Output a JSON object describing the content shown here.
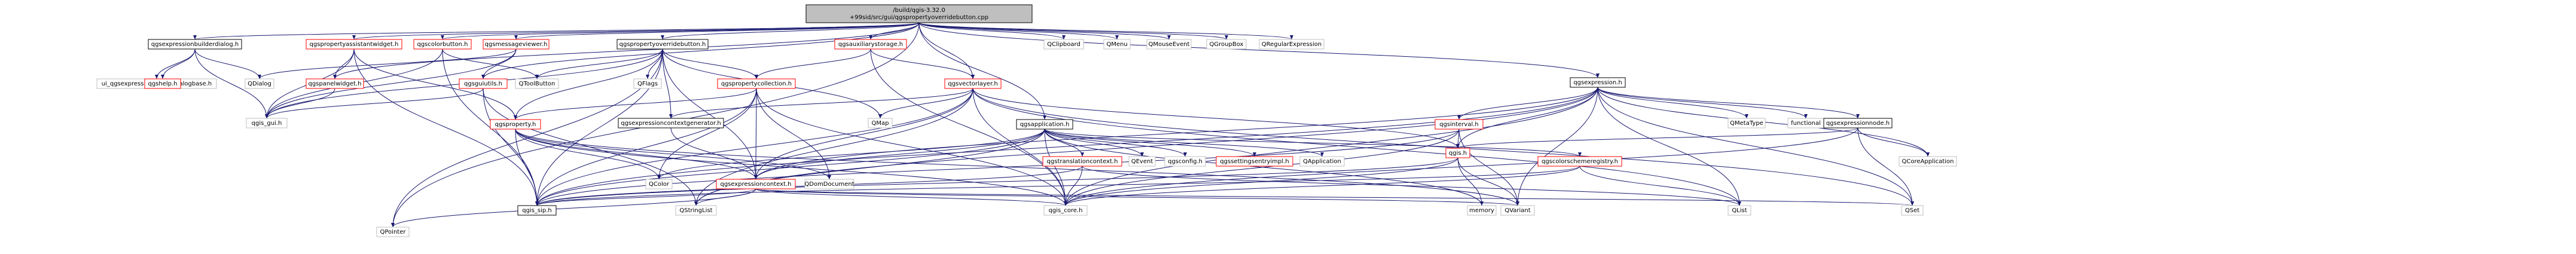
{
  "graph": {
    "root": "/build/qgis-3.32.0\n+99sid/src/gui/qgspropertyoverridebutton.cpp",
    "colors": {
      "edge": "#191970",
      "root_fill": "#bfbfbf",
      "node_fill": "#ffffff",
      "node_border": "#000000",
      "external_border": "#bfbfbf",
      "external_text": "#7f7f7f",
      "truncated_border": "#ff0000"
    },
    "nodes": [
      {
        "id": "root",
        "label": "/build/qgis-3.32.0\n+99sid/src/gui/qgspropertyoverridebutton.cpp",
        "kind": "root"
      },
      {
        "id": "qgsexpressionbuilderdialog_h",
        "label": "qgsexpressionbuilderdialog.h",
        "kind": "normal"
      },
      {
        "id": "qgspropertyassistantwidget_h",
        "label": "qgspropertyassistantwidget.h",
        "kind": "truncated"
      },
      {
        "id": "qgscolorbutton_h",
        "label": "qgscolorbutton.h",
        "kind": "truncated"
      },
      {
        "id": "qgsmessageviewer_h",
        "label": "qgsmessageviewer.h",
        "kind": "truncated"
      },
      {
        "id": "qgspropertyoverridebutton_h",
        "label": "qgspropertyoverridebutton.h",
        "kind": "normal"
      },
      {
        "id": "qgsauxiliarystorage_h",
        "label": "qgsauxiliarystorage.h",
        "kind": "truncated"
      },
      {
        "id": "QClipboard",
        "label": "QClipboard",
        "kind": "external"
      },
      {
        "id": "QMenu",
        "label": "QMenu",
        "kind": "external"
      },
      {
        "id": "QMouseEvent",
        "label": "QMouseEvent",
        "kind": "external"
      },
      {
        "id": "QGroupBox",
        "label": "QGroupBox",
        "kind": "external"
      },
      {
        "id": "QRegularExpression",
        "label": "QRegularExpression",
        "kind": "external"
      },
      {
        "id": "ui_qgsexpressionbuilderdialogbase_h",
        "label": "ui_qgsexpressionbuilderdialogbase.h",
        "kind": "external"
      },
      {
        "id": "qgshelp_h",
        "label": "qgshelp.h",
        "kind": "truncated"
      },
      {
        "id": "QDialog",
        "label": "QDialog",
        "kind": "external"
      },
      {
        "id": "qgspanelwidget_h",
        "label": "qgspanelwidget.h",
        "kind": "truncated"
      },
      {
        "id": "qgsguiutils_h",
        "label": "qgsguiutils.h",
        "kind": "truncated"
      },
      {
        "id": "QToolButton",
        "label": "QToolButton",
        "kind": "external"
      },
      {
        "id": "qgspropertycollection_h",
        "label": "qgspropertycollection.h",
        "kind": "truncated"
      },
      {
        "id": "QFlags",
        "label": "QFlags",
        "kind": "external"
      },
      {
        "id": "qgsvectorlayer_h",
        "label": "qgsvectorlayer.h",
        "kind": "truncated"
      },
      {
        "id": "qgsexpression_h",
        "label": "qgsexpression.h",
        "kind": "normal"
      },
      {
        "id": "qgis_gui_h",
        "label": "qgis_gui.h",
        "kind": "external"
      },
      {
        "id": "qgsproperty_h",
        "label": "qgsproperty.h",
        "kind": "truncated"
      },
      {
        "id": "qgsexpressioncontextgenerator_h",
        "label": "qgsexpressioncontextgenerator.h",
        "kind": "normal"
      },
      {
        "id": "QMap",
        "label": "QMap",
        "kind": "external"
      },
      {
        "id": "qgsapplication_h",
        "label": "qgsapplication.h",
        "kind": "normal"
      },
      {
        "id": "qgsinterval_h",
        "label": "qgsinterval.h",
        "kind": "truncated"
      },
      {
        "id": "QMetaType",
        "label": "QMetaType",
        "kind": "external"
      },
      {
        "id": "functional",
        "label": "functional",
        "kind": "external"
      },
      {
        "id": "qgsexpressionnode_h",
        "label": "qgsexpressionnode.h",
        "kind": "normal"
      },
      {
        "id": "QColor",
        "label": "QColor",
        "kind": "external"
      },
      {
        "id": "QDomDocument",
        "label": "QDomDocument",
        "kind": "external"
      },
      {
        "id": "qgsexpressioncontext_h",
        "label": "qgsexpressioncontext.h",
        "kind": "truncated"
      },
      {
        "id": "qgstranslationcontext_h",
        "label": "qgstranslationcontext.h",
        "kind": "truncated"
      },
      {
        "id": "QEvent",
        "label": "QEvent",
        "kind": "external"
      },
      {
        "id": "qgsconfig_h",
        "label": "qgsconfig.h",
        "kind": "external"
      },
      {
        "id": "qgssettingsentryimpl_h",
        "label": "qgssettingsentryimpl.h",
        "kind": "truncated"
      },
      {
        "id": "QApplication",
        "label": "QApplication",
        "kind": "external"
      },
      {
        "id": "qgis_h",
        "label": "qgis.h",
        "kind": "truncated"
      },
      {
        "id": "qgscolorschemeregistry_h",
        "label": "qgscolorschemeregistry.h",
        "kind": "truncated"
      },
      {
        "id": "QCoreApplication",
        "label": "QCoreApplication",
        "kind": "external"
      },
      {
        "id": "QPointer",
        "label": "QPointer",
        "kind": "external"
      },
      {
        "id": "qgis_sip_h",
        "label": "qgis_sip.h",
        "kind": "normal"
      },
      {
        "id": "QStringList",
        "label": "QStringList",
        "kind": "external"
      },
      {
        "id": "qgis_core_h",
        "label": "qgis_core.h",
        "kind": "external"
      },
      {
        "id": "memory",
        "label": "memory",
        "kind": "external"
      },
      {
        "id": "QVariant",
        "label": "QVariant",
        "kind": "external"
      },
      {
        "id": "QList",
        "label": "QList",
        "kind": "external"
      },
      {
        "id": "QSet",
        "label": "QSet",
        "kind": "external"
      }
    ],
    "edges": [
      [
        "root",
        "qgsexpressionbuilderdialog_h"
      ],
      [
        "root",
        "qgspropertyassistantwidget_h"
      ],
      [
        "root",
        "qgscolorbutton_h"
      ],
      [
        "root",
        "qgsmessageviewer_h"
      ],
      [
        "root",
        "qgspropertyoverridebutton_h"
      ],
      [
        "root",
        "qgsauxiliarystorage_h"
      ],
      [
        "root",
        "QClipboard"
      ],
      [
        "root",
        "QMenu"
      ],
      [
        "root",
        "QMouseEvent"
      ],
      [
        "root",
        "QGroupBox"
      ],
      [
        "root",
        "QRegularExpression"
      ],
      [
        "root",
        "qgsvectorlayer_h"
      ],
      [
        "root",
        "qgsexpression_h"
      ],
      [
        "root",
        "qgspanelwidget_h"
      ],
      [
        "root",
        "qgsguiutils_h"
      ],
      [
        "root",
        "qgsapplication_h"
      ],
      [
        "root",
        "QPointer"
      ],
      [
        "qgsexpressionbuilderdialog_h",
        "ui_qgsexpressionbuilderdialogbase_h"
      ],
      [
        "qgsexpressionbuilderdialog_h",
        "qgshelp_h"
      ],
      [
        "qgsexpressionbuilderdialog_h",
        "QDialog"
      ],
      [
        "qgsexpressionbuilderdialog_h",
        "qgis_gui_h"
      ],
      [
        "qgspropertyassistantwidget_h",
        "qgspanelwidget_h"
      ],
      [
        "qgspropertyassistantwidget_h",
        "qgis_gui_h"
      ],
      [
        "qgspropertyassistantwidget_h",
        "qgis_sip_h"
      ],
      [
        "qgspropertyassistantwidget_h",
        "qgsproperty_h"
      ],
      [
        "qgscolorbutton_h",
        "qgis_gui_h"
      ],
      [
        "qgscolorbutton_h",
        "qgis_sip_h"
      ],
      [
        "qgscolorbutton_h",
        "QToolButton"
      ],
      [
        "qgsmessageviewer_h",
        "QDialog"
      ],
      [
        "qgsmessageviewer_h",
        "qgsguiutils_h"
      ],
      [
        "qgsmessageviewer_h",
        "qgis_gui_h"
      ],
      [
        "qgspropertyoverridebutton_h",
        "qgis_gui_h"
      ],
      [
        "qgspropertyoverridebutton_h",
        "qgis_sip_h"
      ],
      [
        "qgspropertyoverridebutton_h",
        "QToolButton"
      ],
      [
        "qgspropertyoverridebutton_h",
        "QFlags"
      ],
      [
        "qgspropertyoverridebutton_h",
        "QMap"
      ],
      [
        "qgspropertyoverridebutton_h",
        "QPointer"
      ],
      [
        "qgspropertyoverridebutton_h",
        "qgsproperty_h"
      ],
      [
        "qgspropertyoverridebutton_h",
        "qgspropertycollection_h"
      ],
      [
        "qgspropertyoverridebutton_h",
        "qgsexpressioncontext_h"
      ],
      [
        "qgspropertyoverridebutton_h",
        "qgsexpressioncontextgenerator_h"
      ],
      [
        "qgsauxiliarystorage_h",
        "qgis_core_h"
      ],
      [
        "qgsauxiliarystorage_h",
        "qgsvectorlayer_h"
      ],
      [
        "qgsauxiliarystorage_h",
        "qgspropertycollection_h"
      ],
      [
        "qgspanelwidget_h",
        "qgis_gui_h"
      ],
      [
        "qgsguiutils_h",
        "qgis_gui_h"
      ],
      [
        "qgsguiutils_h",
        "qgis_sip_h"
      ],
      [
        "qgsguiutils_h",
        "QStringList"
      ],
      [
        "qgspropertycollection_h",
        "qgis_core_h"
      ],
      [
        "qgspropertycollection_h",
        "qgis_sip_h"
      ],
      [
        "qgspropertycollection_h",
        "qgsproperty_h"
      ],
      [
        "qgspropertycollection_h",
        "qgsexpressioncontext_h"
      ],
      [
        "qgspropertycollection_h",
        "QColor"
      ],
      [
        "qgspropertycollection_h",
        "QDomDocument"
      ],
      [
        "qgsvectorlayer_h",
        "qgis_core_h"
      ],
      [
        "qgsvectorlayer_h",
        "QMap"
      ],
      [
        "qgsvectorlayer_h",
        "QSet"
      ],
      [
        "qgsvectorlayer_h",
        "QList"
      ],
      [
        "qgsvectorlayer_h",
        "QStringList"
      ],
      [
        "qgsvectorlayer_h",
        "qgsexpressioncontextgenerator_h"
      ],
      [
        "qgsvectorlayer_h",
        "qgis_h"
      ],
      [
        "qgsvectorlayer_h",
        "qgsexpressioncontext_h"
      ],
      [
        "qgsexpression_h",
        "QMetaType"
      ],
      [
        "qgsexpression_h",
        "functional"
      ],
      [
        "qgsexpression_h",
        "qgsexpressionnode_h"
      ],
      [
        "qgsexpression_h",
        "qgsinterval_h"
      ],
      [
        "qgsexpression_h",
        "qgis_core_h"
      ],
      [
        "qgsexpression_h",
        "QStringList"
      ],
      [
        "qgsexpression_h",
        "QVariant"
      ],
      [
        "qgsexpression_h",
        "QList"
      ],
      [
        "qgsexpression_h",
        "QSet"
      ],
      [
        "qgsexpression_h",
        "QCoreApplication"
      ],
      [
        "qgsexpression_h",
        "qgsexpressioncontext_h"
      ],
      [
        "qgsexpression_h",
        "qgis_h"
      ],
      [
        "qgsproperty_h",
        "qgis_core_h"
      ],
      [
        "qgsproperty_h",
        "qgis_sip_h"
      ],
      [
        "qgsproperty_h",
        "QColor"
      ],
      [
        "qgsproperty_h",
        "QVariant"
      ],
      [
        "qgsproperty_h",
        "qgsexpressioncontext_h"
      ],
      [
        "qgsproperty_h",
        "QDomDocument"
      ],
      [
        "qgsexpressioncontextgenerator_h",
        "qgsexpressioncontext_h"
      ],
      [
        "qgsapplication_h",
        "qgis_core_h"
      ],
      [
        "qgsapplication_h",
        "QApplication"
      ],
      [
        "qgsapplication_h",
        "QEvent"
      ],
      [
        "qgsapplication_h",
        "QStringList"
      ],
      [
        "qgsapplication_h",
        "qgis_sip_h"
      ],
      [
        "qgsapplication_h",
        "qgsconfig_h"
      ],
      [
        "qgsapplication_h",
        "qgstranslationcontext_h"
      ],
      [
        "qgsapplication_h",
        "qgssettingsentryimpl_h"
      ],
      [
        "qgsapplication_h",
        "qgsexpressioncontext_h"
      ],
      [
        "qgsapplication_h",
        "QColor"
      ],
      [
        "qgsapplication_h",
        "memory"
      ],
      [
        "qgsinterval_h",
        "qgis_core_h"
      ],
      [
        "qgsinterval_h",
        "qgis_sip_h"
      ],
      [
        "qgsinterval_h",
        "QVariant"
      ],
      [
        "qgsinterval_h",
        "qgis_h"
      ],
      [
        "qgsexpressionnode_h",
        "qgis_core_h"
      ],
      [
        "qgsexpressionnode_h",
        "QCoreApplication"
      ],
      [
        "qgsexpressionnode_h",
        "QSet"
      ],
      [
        "qgsexpressionnode_h",
        "qgis_h"
      ],
      [
        "qgsexpressioncontext_h",
        "qgis_core_h"
      ],
      [
        "qgsexpressioncontext_h",
        "qgis_sip_h"
      ],
      [
        "qgsexpressioncontext_h",
        "QVariant"
      ],
      [
        "qgsexpressioncontext_h",
        "QStringList"
      ],
      [
        "qgsexpressioncontext_h",
        "QPointer"
      ],
      [
        "qgsexpressioncontext_h",
        "QSet"
      ],
      [
        "qgstranslationcontext_h",
        "qgis_core_h"
      ],
      [
        "qgstranslationcontext_h",
        "qgis_sip_h"
      ],
      [
        "qgstranslationcontext_h",
        "QList"
      ],
      [
        "qgis_h",
        "qgis_core_h"
      ],
      [
        "qgis_h",
        "qgis_sip_h"
      ],
      [
        "qgis_h",
        "memory"
      ],
      [
        "qgis_h",
        "QVariant"
      ],
      [
        "qgscolorschemeregistry_h",
        "qgis_core_h"
      ],
      [
        "qgscolorschemeregistry_h",
        "qgis_sip_h"
      ],
      [
        "qgscolorschemeregistry_h",
        "QList"
      ],
      [
        "qgsapplication_h",
        "qgscolorschemeregistry_h"
      ],
      [
        "qgsvectorlayer_h",
        "qgis_sip_h"
      ],
      [
        "qgsexpression_h",
        "qgis_sip_h"
      ]
    ]
  }
}
